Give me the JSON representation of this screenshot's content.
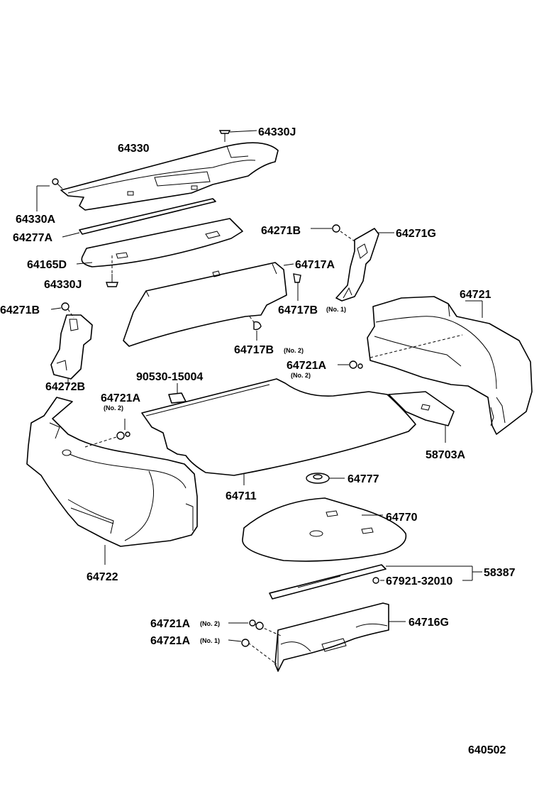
{
  "figure_code": "640502",
  "labels": {
    "p64330J": "64330J",
    "p64330": "64330",
    "p64330A": "64330A",
    "p64277A": "64277A",
    "p64165D": "64165D",
    "p64330J_b": "64330J",
    "p64271B_r": "64271B",
    "p64271G": "64271G",
    "p64717A": "64717A",
    "p64717B_1": "64717B",
    "p64717B_2": "64717B",
    "p64271B_l": "64271B",
    "p64272B": "64272B",
    "p64721": "64721",
    "p64721A_r": "64721A",
    "p90530": "90530-15004",
    "p64721A_l": "64721A",
    "p58703A": "58703A",
    "p64711": "64711",
    "p64777": "64777",
    "p64770": "64770",
    "p64722": "64722",
    "p58387": "58387",
    "p67921": "67921-32010",
    "p64716G": "64716G",
    "p64721A_n2": "64721A",
    "p64721A_n1": "64721A"
  },
  "notes": {
    "no1": "(No. 1)",
    "no2": "(No. 2)"
  }
}
